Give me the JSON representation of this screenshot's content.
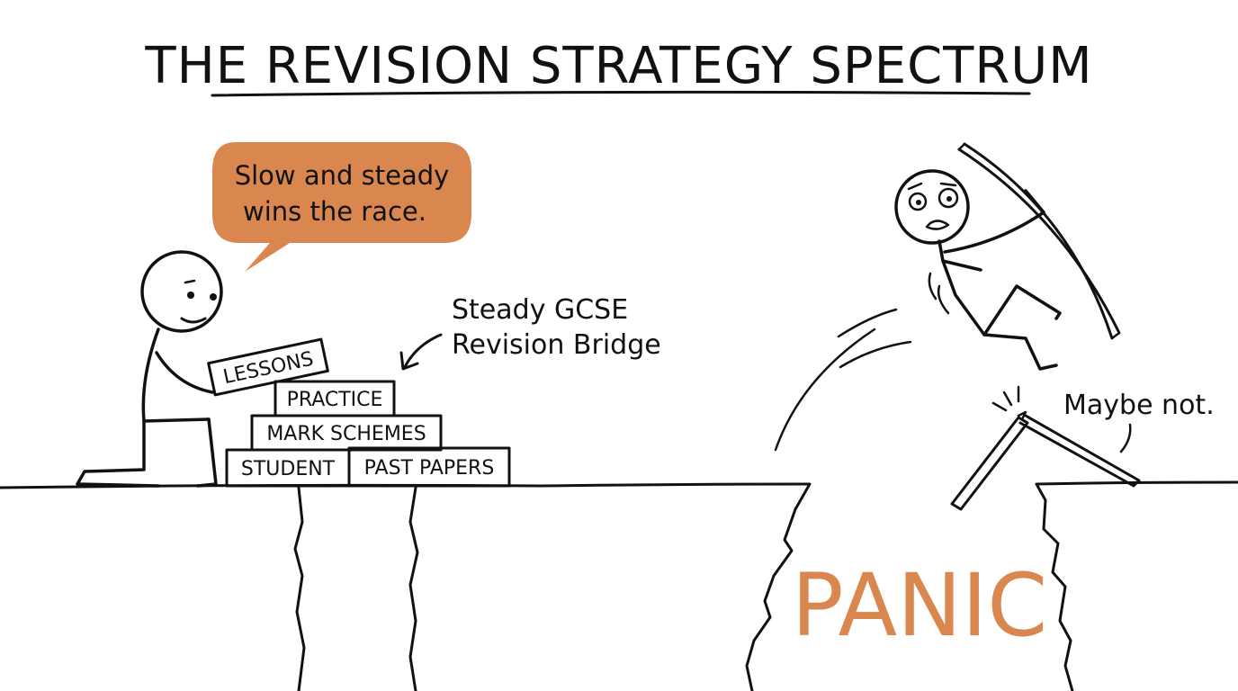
{
  "title": "THE REVISION STRATEGY SPECTRUM",
  "speech_bubble": {
    "line1": "Slow and steady",
    "line2": "wins the race.",
    "color": "#d9864f"
  },
  "bridge_label": {
    "line1": "Steady GCSE",
    "line2": "Revision Bridge"
  },
  "bricks": {
    "top": "LESSONS",
    "row2": "PRACTICE",
    "row3": "MARK SCHEMES",
    "base_left": "STUDENT",
    "base_right": "PAST PAPERS"
  },
  "chasm_label": "PANIC",
  "chasm_label_color": "#d9864f",
  "broken_pole_caption": "Maybe not."
}
